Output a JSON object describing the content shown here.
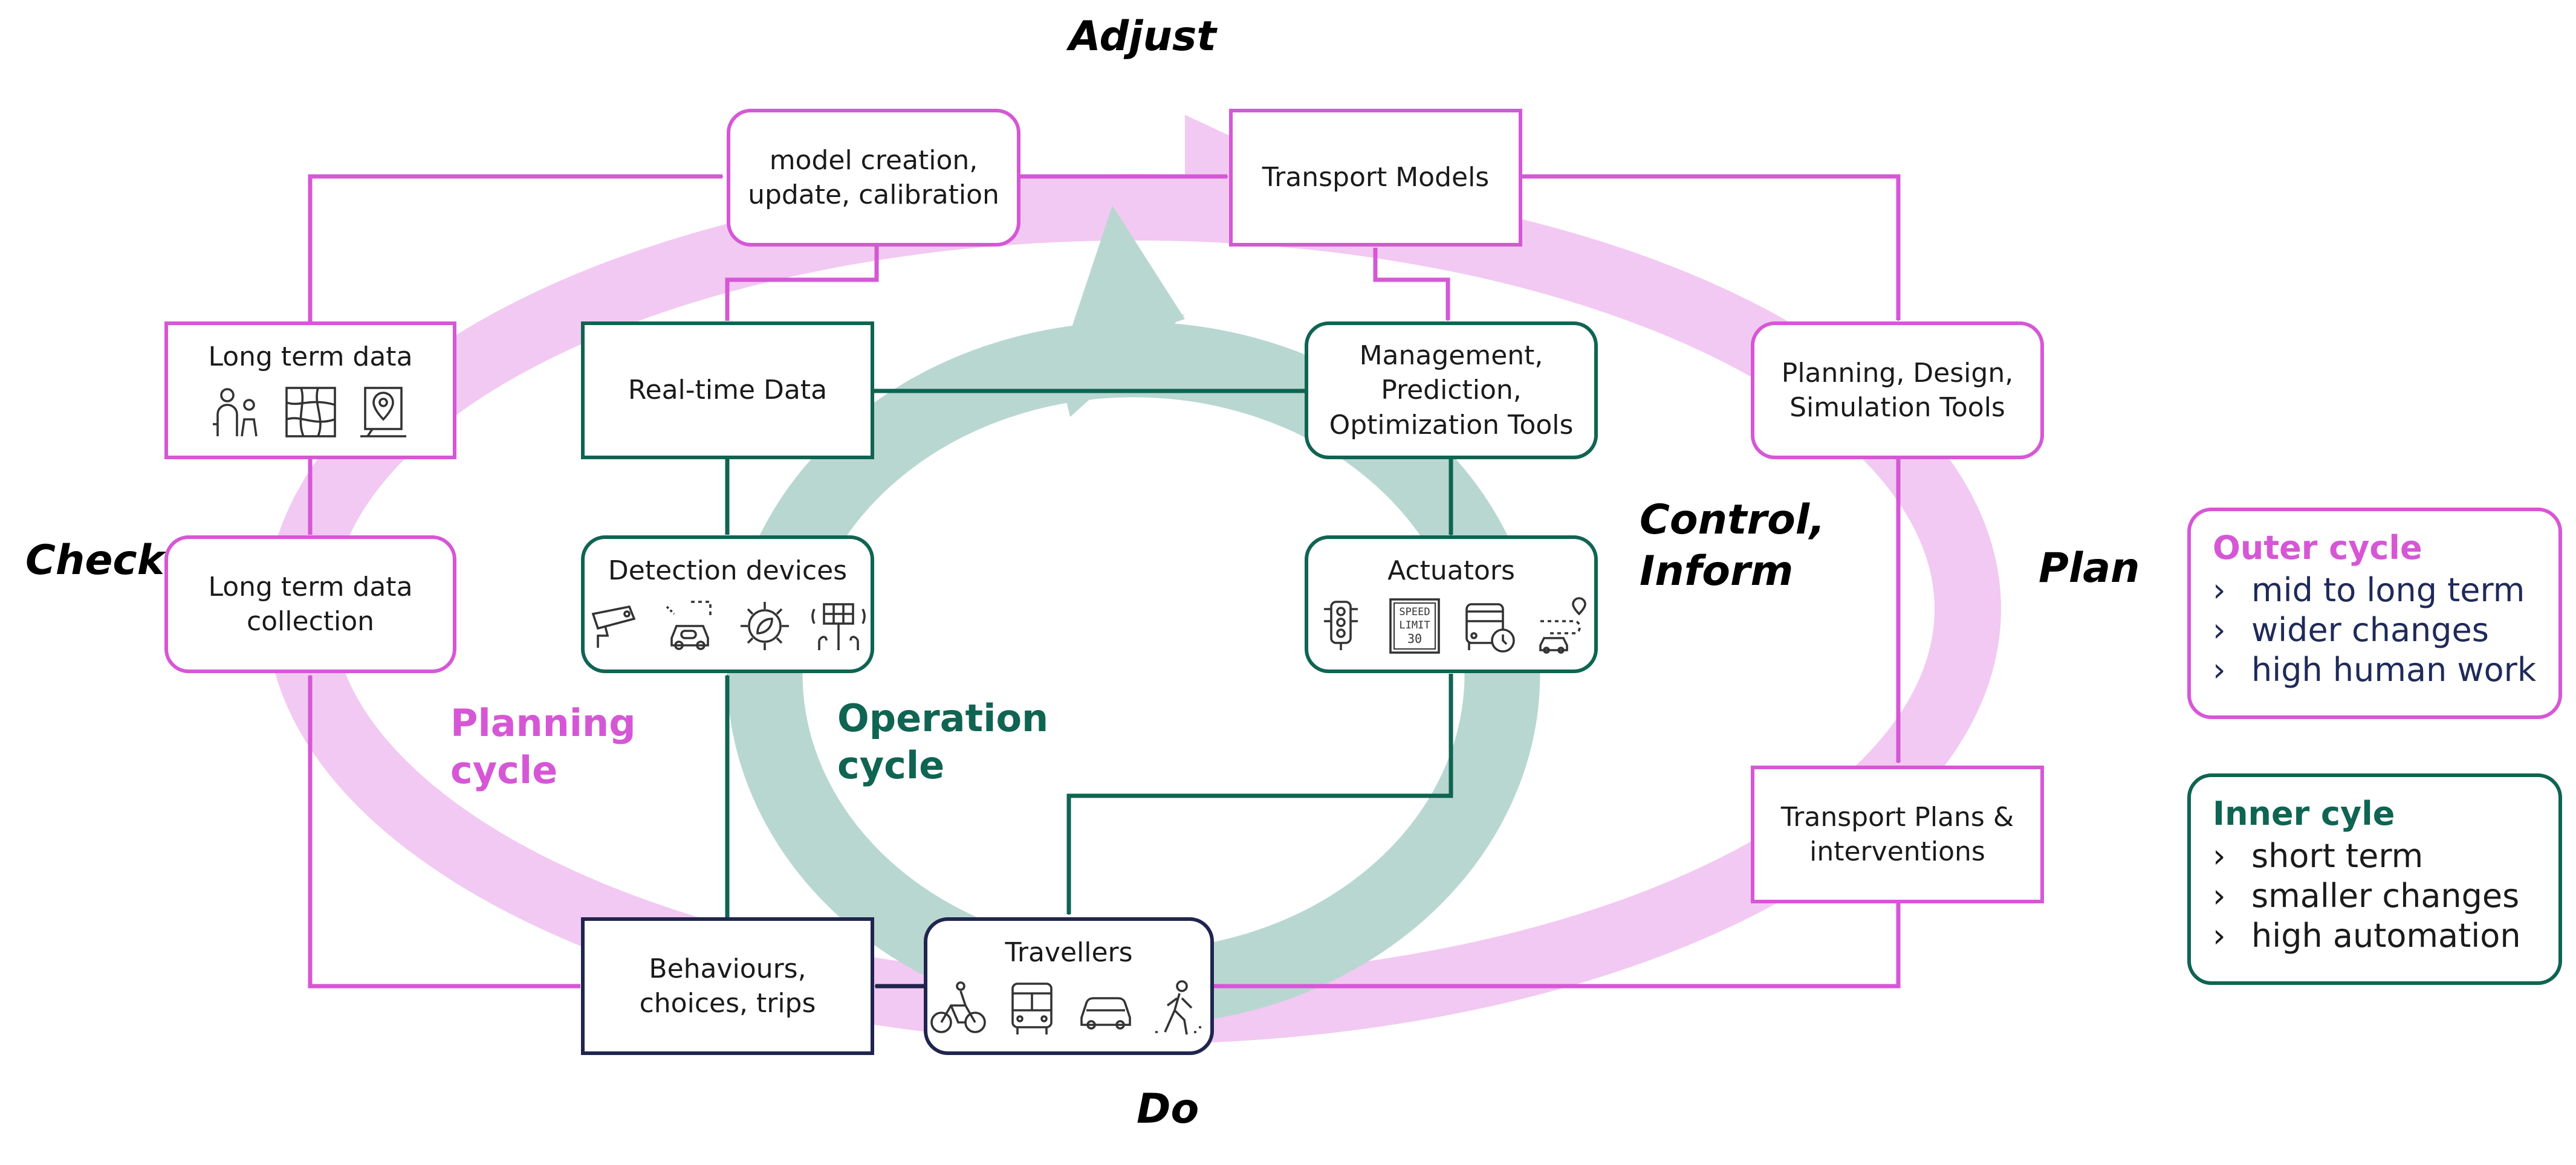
{
  "colors": {
    "pink": "#d657d6",
    "pink_band": "#f2c9f2",
    "green": "#0f6452",
    "green_band": "#b9d7d1",
    "navy": "#20254f"
  },
  "stages": {
    "adjust": "Adjust",
    "check": "Check",
    "plan": "Plan",
    "do": "Do",
    "control_inform": "Control,\nInform"
  },
  "cycles": {
    "planning": "Planning\ncycle",
    "operation": "Operation\ncycle"
  },
  "nodes": {
    "model_creation": "model creation,\nupdate, calibration",
    "transport_models": "Transport Models",
    "long_term_data": "Long term data",
    "realtime_data": "Real-time Data",
    "management_tools": "Management,\nPrediction,\nOptimization Tools",
    "planning_tools": "Planning, Design,\nSimulation Tools",
    "long_term_collection": "Long term data\ncollection",
    "detection_devices": "Detection devices",
    "actuators": "Actuators",
    "transport_plans": "Transport Plans &\ninterventions",
    "behaviours": "Behaviours,\nchoices, trips",
    "travellers": "Travellers"
  },
  "icons": {
    "long_term_data": [
      "people-icon",
      "map-grid-icon",
      "map-pin-icon"
    ],
    "detection_devices": [
      "camera-icon",
      "sensor-car-icon",
      "gear-leaf-icon",
      "solar-sensor-icon"
    ],
    "actuators": [
      "traffic-light-icon",
      "speed-limit-sign-icon",
      "bus-schedule-icon",
      "route-car-icon"
    ],
    "travellers": [
      "bicycle-icon",
      "bus-icon",
      "car-icon",
      "pedestrian-icon"
    ]
  },
  "speed_sign_text": [
    "SPEED",
    "LIMIT",
    "30"
  ],
  "legend": {
    "outer": {
      "title": "Outer cycle",
      "items": [
        "mid to long term",
        "wider changes",
        "high human work"
      ]
    },
    "inner": {
      "title": "Inner cyle",
      "items": [
        "short term",
        "smaller changes",
        "high automation"
      ]
    },
    "bullet": "›"
  }
}
